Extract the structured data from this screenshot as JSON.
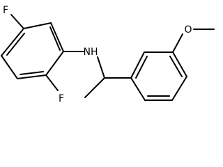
{
  "molecule": {
    "atoms": {
      "fluorine_top": "F",
      "fluorine_bottom": "F",
      "amine": "NH",
      "oxygen": "O"
    }
  }
}
